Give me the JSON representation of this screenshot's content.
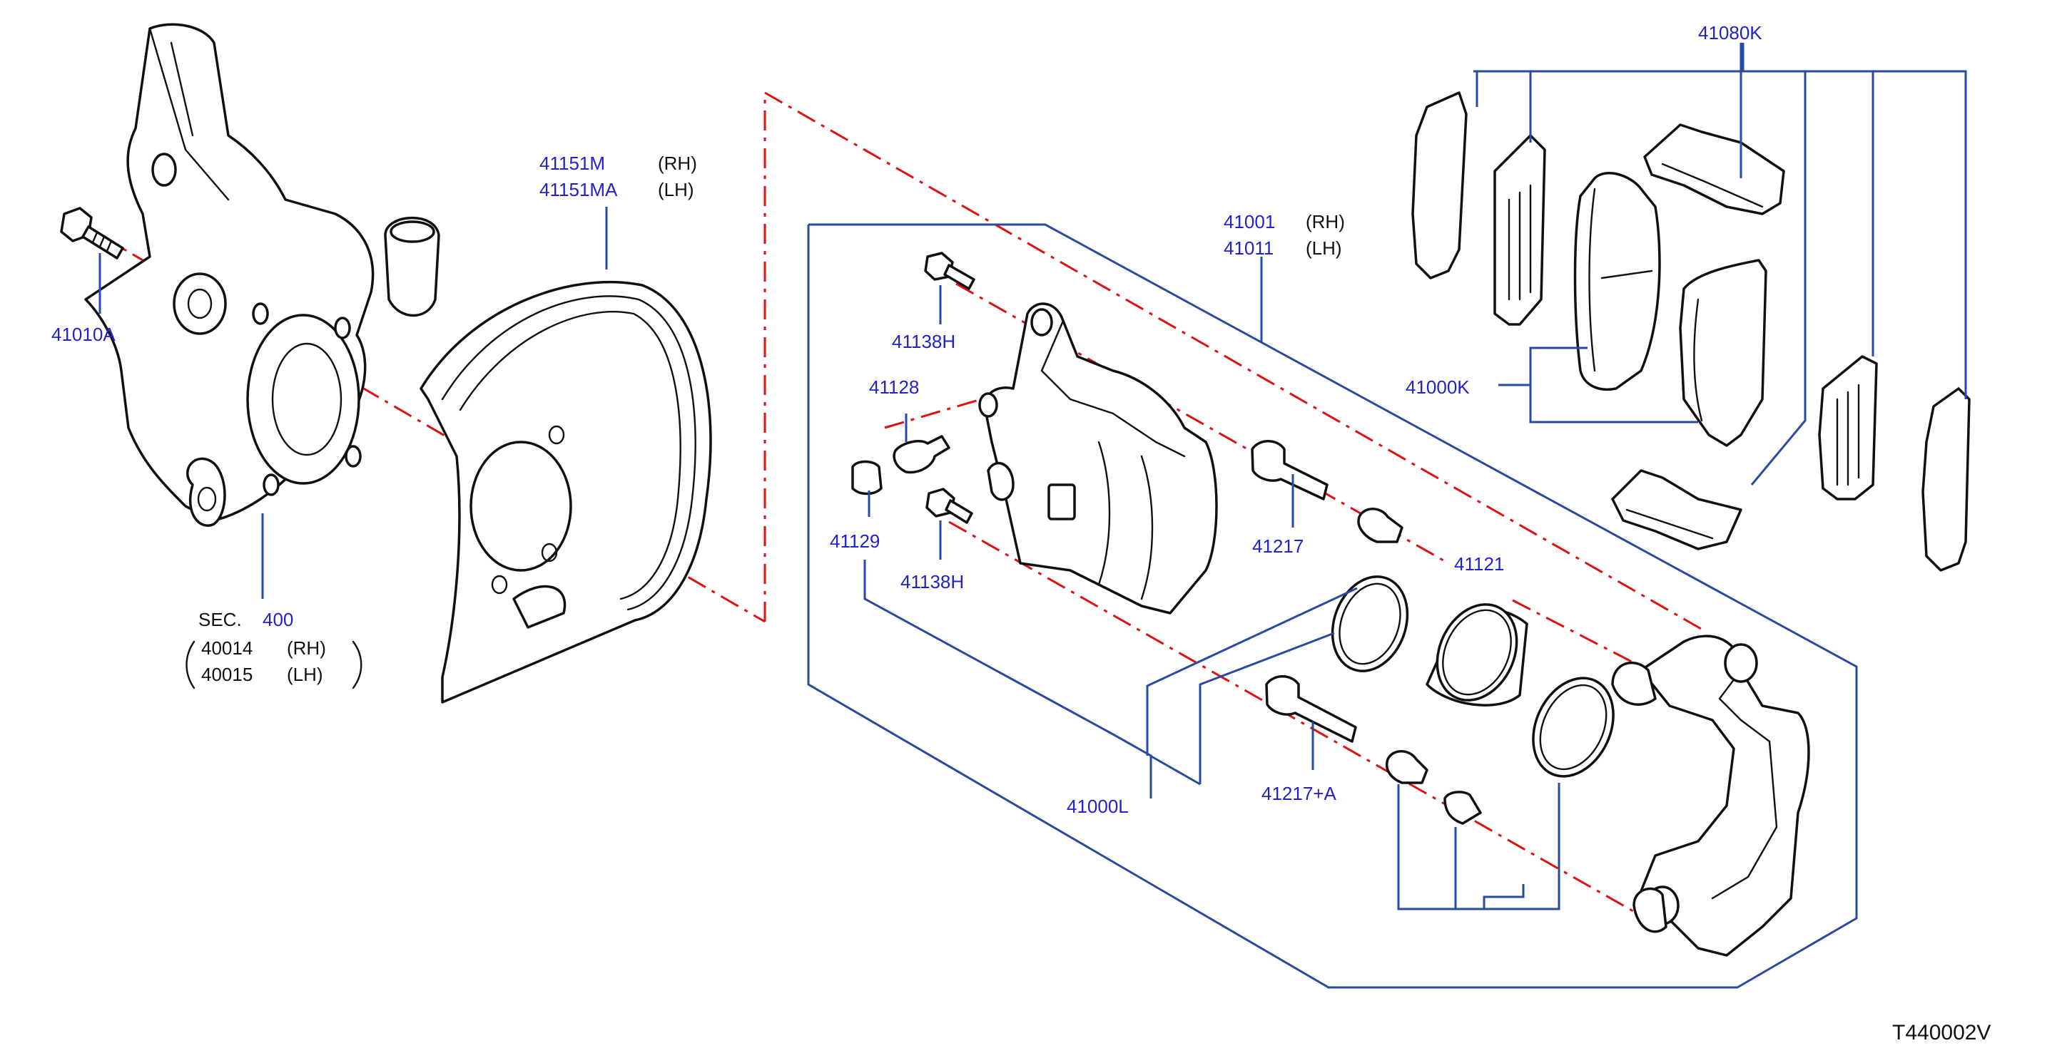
{
  "colors": {
    "part_number": "#2222cc",
    "leader_line": "#2a4aa0",
    "center_line": "#dd1111",
    "drawing": "#111111",
    "background": "#ffffff"
  },
  "labels": {
    "bolt_41010A": "41010A",
    "baffle_rh": "41151M",
    "baffle_rh_side": "(RH)",
    "baffle_lh": "41151MA",
    "baffle_lh_side": "(LH)",
    "sec_prefix": "SEC.",
    "sec_number": "400",
    "knuckle_rh": "40014",
    "knuckle_rh_side": "(RH)",
    "knuckle_lh": "40015",
    "knuckle_lh_side": "(LH)",
    "caliper_rh": "41001",
    "caliper_rh_side": "(RH)",
    "caliper_lh": "41011",
    "caliper_lh_side": "(LH)",
    "bolt_41138H_top": "41138H",
    "bleeder_41128": "41128",
    "cap_41129": "41129",
    "bolt_41138H_bottom": "41138H",
    "pin_41217": "41217",
    "piston_41121": "41121",
    "pin_41217A": "41217+A",
    "seal_kit_41000L": "41000L",
    "pad_kit_41000K": "41000K",
    "hardware_kit_41080K": "41080K",
    "diagram_code": "T440002V"
  }
}
